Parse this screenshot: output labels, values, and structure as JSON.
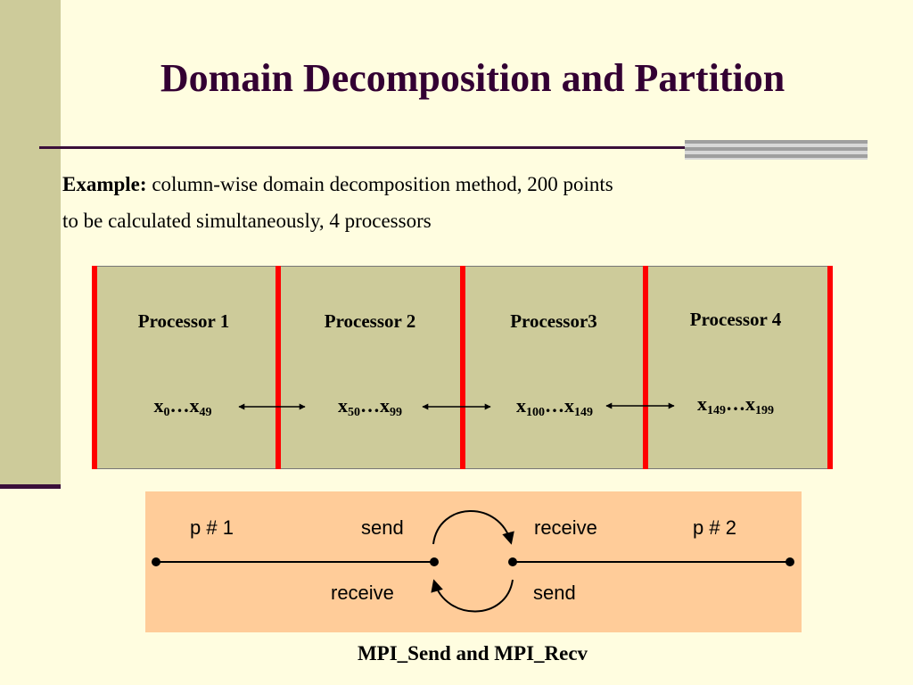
{
  "title": "Domain Decomposition and Partition",
  "example": {
    "label": "Example:",
    "line1": " column-wise domain decomposition method, 200 points",
    "line2": "to be calculated simultaneously, 4 processors"
  },
  "processors": [
    {
      "label": "Processor 1",
      "var": "x",
      "start": "0",
      "dots": "…",
      "end": "49"
    },
    {
      "label": "Processor 2",
      "var": "x",
      "start": "50",
      "dots": "…",
      "end": "99"
    },
    {
      "label": "Processor3",
      "var": "x",
      "start": "100",
      "dots": "…",
      "end": "149"
    },
    {
      "label": "Processor 4",
      "var": "x",
      "start": "149",
      "dots": "…",
      "end": "199"
    }
  ],
  "mpi_diagram": {
    "left_process": "p # 1",
    "right_process": "p # 2",
    "top_left": "send",
    "top_right": "receive",
    "bottom_left": "receive",
    "bottom_right": "send"
  },
  "caption": "MPI_Send and MPI_Recv",
  "colors": {
    "background": "#fffde0",
    "sidebar": "#cdcb9a",
    "title": "#330033",
    "processor_fill": "#cdcb9a",
    "divider": "#ff0000",
    "mpi_fill": "#ffcc99"
  }
}
